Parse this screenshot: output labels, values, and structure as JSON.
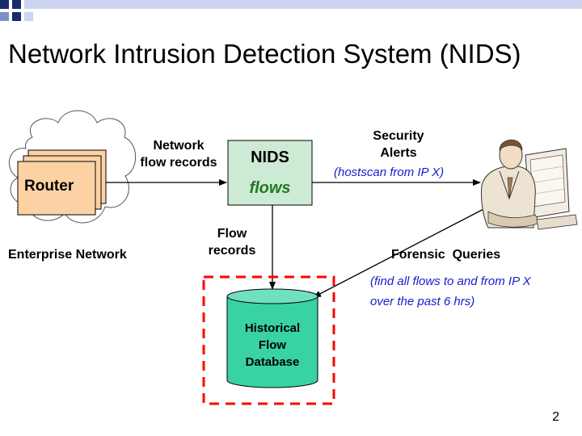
{
  "slide": {
    "title": "Network Intrusion Detection System (NIDS)",
    "page_number": "2"
  },
  "enterprise": {
    "router_label": "Router",
    "network_label": "Enterprise Network"
  },
  "labels": {
    "network_flow_records_line1": "Network",
    "network_flow_records_line2": "flow records",
    "flow_records_line1": "Flow",
    "flow_records_line2": "records",
    "security_alerts_line1": "Security",
    "security_alerts_line2": "Alerts",
    "security_alerts_example": "(hostscan from IP X)",
    "forensic_queries": "Forensic  Queries",
    "forensic_example_line1": "(find all flows to and from IP X",
    "forensic_example_line2": "over the past 6 hrs)"
  },
  "nids": {
    "title": "NIDS",
    "subtitle": "flows"
  },
  "database": {
    "line1": "Historical",
    "line2": "Flow",
    "line3": "Database"
  },
  "colors": {
    "router_fill": "#fcd2a4",
    "nids_fill": "#cdebd4",
    "db_fill": "#39d2a4",
    "db_top": "#6fe0c0",
    "dash_red": "#ff0000",
    "alert_blue": "#1a1ad0",
    "flows_green": "#1f7a1f",
    "corner_navy": "#1a2a6e"
  },
  "icons": {
    "user": "person-at-computer-icon",
    "cloud": "cloud-icon"
  }
}
